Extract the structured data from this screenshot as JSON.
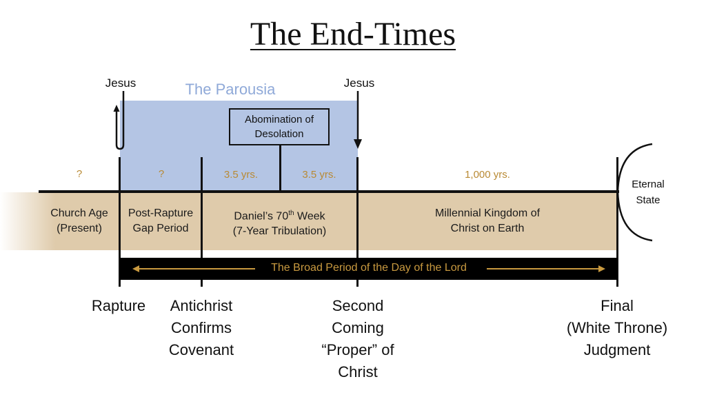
{
  "title": "The End-Times",
  "parousia": {
    "label": "The Parousia"
  },
  "jesus_labels": {
    "left": "Jesus",
    "right": "Jesus"
  },
  "abomination": {
    "line1": "Abomination of",
    "line2": "Desolation"
  },
  "durations": {
    "church_age": "?",
    "gap": "?",
    "first_half": "3.5 yrs.",
    "second_half": "3.5 yrs.",
    "millennium": "1,000 yrs."
  },
  "periods": {
    "church_age": {
      "line1": "Church Age",
      "line2": "(Present)"
    },
    "gap": {
      "line1": "Post-Rapture",
      "line2": "Gap Period"
    },
    "daniel": {
      "line1_pre": "Daniel’s 70",
      "line1_sup": "th",
      "line1_post": " Week",
      "line2": "(7-Year Tribulation)"
    },
    "millennial": {
      "line1": "Millennial Kingdom of",
      "line2": "Christ on Earth"
    },
    "eternal": {
      "line1": "Eternal",
      "line2": "State"
    }
  },
  "day_of_lord": {
    "label": "The Broad Period of the Day of the Lord"
  },
  "events": {
    "rapture": {
      "line1": "Rapture"
    },
    "antichrist": {
      "line1": "Antichrist",
      "line2": "Confirms",
      "line3": "Covenant"
    },
    "second_coming": {
      "line1": "Second",
      "line2": "Coming",
      "line3": "“Proper” of",
      "line4": "Christ"
    },
    "final_judgment": {
      "line1": "Final",
      "line2": "(White Throne)",
      "line3": "Judgment"
    }
  },
  "colors": {
    "parousia_fill": "#b4c5e4",
    "parousia_text": "#8fa9d8",
    "band_fill": "#dfcbab",
    "gold_text": "#b98a34",
    "lord_bar": "#000000"
  }
}
